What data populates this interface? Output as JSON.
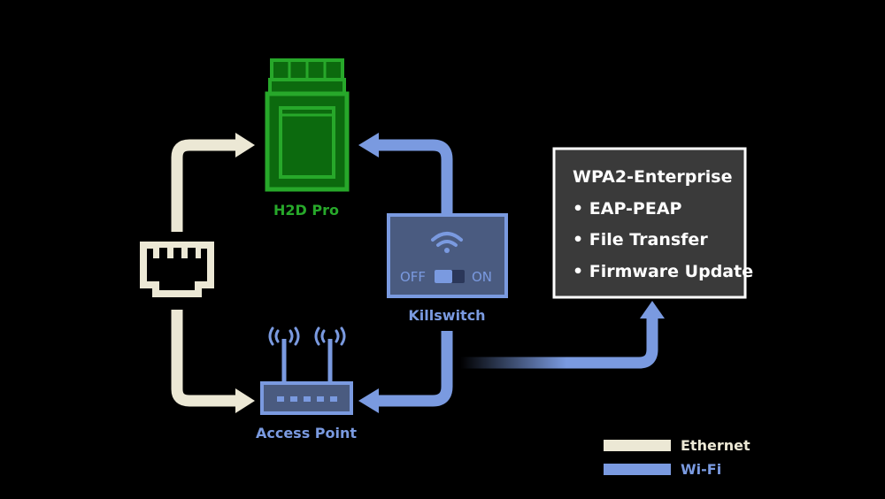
{
  "colors": {
    "background": "#000000",
    "ethernet": "#ECE8D5",
    "wifi": "#7A9AE0",
    "printer_green": "#27A82A",
    "printer_fill": "#0C6A0E",
    "panel_fill": "#4A5B80",
    "info_bg": "#3A3A3A",
    "info_border": "#FFFFFF"
  },
  "nodes": {
    "printer": {
      "label": "H2D Pro",
      "icon": "3d-printer-icon"
    },
    "access_point": {
      "label": "Access Point",
      "icon": "wifi-router-icon"
    },
    "killswitch": {
      "label": "Killswitch",
      "icon": "wifi-icon",
      "off_label": "OFF",
      "on_label": "ON"
    },
    "ethernet_port": {
      "icon": "ethernet-port-icon"
    }
  },
  "info_box": {
    "title": "WPA2-Enterprise",
    "items": [
      "• EAP-PEAP",
      "• File Transfer",
      "• Firmware Update"
    ]
  },
  "legend": [
    {
      "label": "Ethernet",
      "color": "#ECE8D5"
    },
    {
      "label": "Wi-Fi",
      "color": "#7A9AE0"
    }
  ]
}
